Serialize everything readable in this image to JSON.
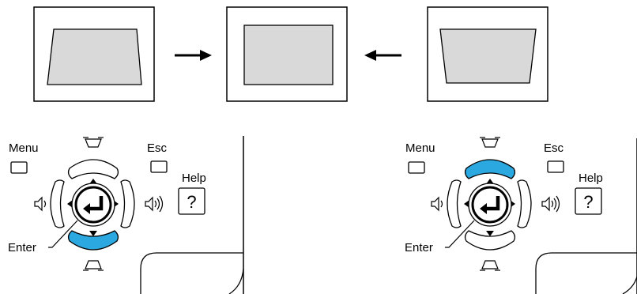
{
  "colors": {
    "screen_fill": "#d9d9d9",
    "highlight": "#2aa8df",
    "line": "#000000",
    "background": "#ffffff"
  },
  "panels": [
    {
      "labels": {
        "menu": "Menu",
        "esc": "Esc",
        "help": "Help",
        "help_glyph": "?",
        "enter": "Enter"
      },
      "highlighted_key": "keystone-down"
    },
    {
      "labels": {
        "menu": "Menu",
        "esc": "Esc",
        "help": "Help",
        "help_glyph": "?",
        "enter": "Enter"
      },
      "highlighted_key": "keystone-up"
    }
  ],
  "frames": [
    {
      "shape": "keystone-wide-bottom"
    },
    {
      "shape": "corrected-rectangle"
    },
    {
      "shape": "keystone-wide-top"
    }
  ],
  "icons": [
    "arrow-right-icon",
    "arrow-left-icon",
    "keystone-up-icon",
    "keystone-down-icon",
    "volume-down-icon",
    "volume-up-icon",
    "enter-icon"
  ]
}
